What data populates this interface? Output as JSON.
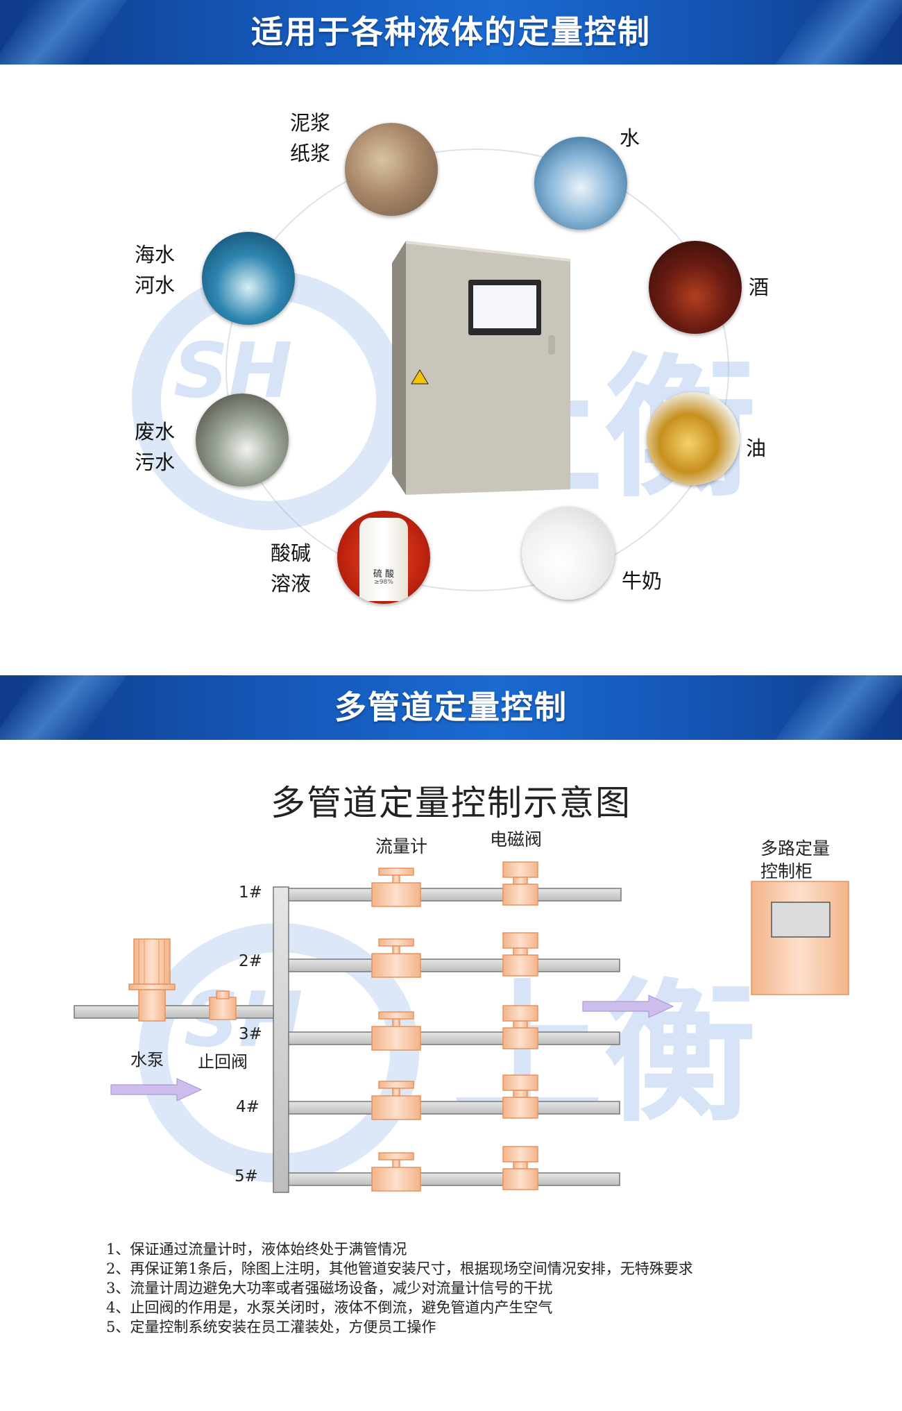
{
  "section1": {
    "title": "适用于各种液体的定量控制"
  },
  "liquids": [
    {
      "id": "mud",
      "lines": [
        "泥浆",
        "纸浆"
      ]
    },
    {
      "id": "water",
      "lines": [
        "水"
      ]
    },
    {
      "id": "seawater",
      "lines": [
        "海水",
        "河水"
      ]
    },
    {
      "id": "wine",
      "lines": [
        "酒"
      ]
    },
    {
      "id": "wastewater",
      "lines": [
        "废水",
        "污水"
      ]
    },
    {
      "id": "oil",
      "lines": [
        "油"
      ]
    },
    {
      "id": "acid",
      "lines": [
        "酸碱",
        "溶液"
      ]
    },
    {
      "id": "milk",
      "lines": [
        "牛奶"
      ]
    }
  ],
  "acid_bottle": {
    "label": "硫  酸",
    "spec": "≥98%"
  },
  "section2": {
    "title": "多管道定量控制"
  },
  "diagram": {
    "title": "多管道定量控制示意图",
    "flowmeter_label": "流量计",
    "solenoid_label": "电磁阀",
    "cabinet_label_1": "多路定量",
    "cabinet_label_2": "控制柜",
    "pump_label": "水泵",
    "check_valve_label": "止回阀",
    "pipes": [
      "1#",
      "2#",
      "3#",
      "4#",
      "5#"
    ]
  },
  "notes": [
    "1、保证通过流量计时，液体始终处于满管情况",
    "2、再保证第1条后，除图上注明，其他管道安装尺寸，根据现场空间情况安排，无特殊要求",
    "3、流量计周边避免大功率或者强磁场设备，减少对流量计信号的干扰",
    "4、止回阀的作用是，水泵关闭时，液体不倒流，避免管道内产生空气",
    "5、定量控制系统安装在员工灌装处，方便员工操作"
  ],
  "watermark": {
    "logo": "SH",
    "text": "上衡"
  },
  "colors": {
    "banner": "#1557b8",
    "fitting": "#f6c8a6",
    "fitting_border": "#e8925e",
    "pipe": "#d4d4d4",
    "arrow": "#c9b8ea"
  }
}
